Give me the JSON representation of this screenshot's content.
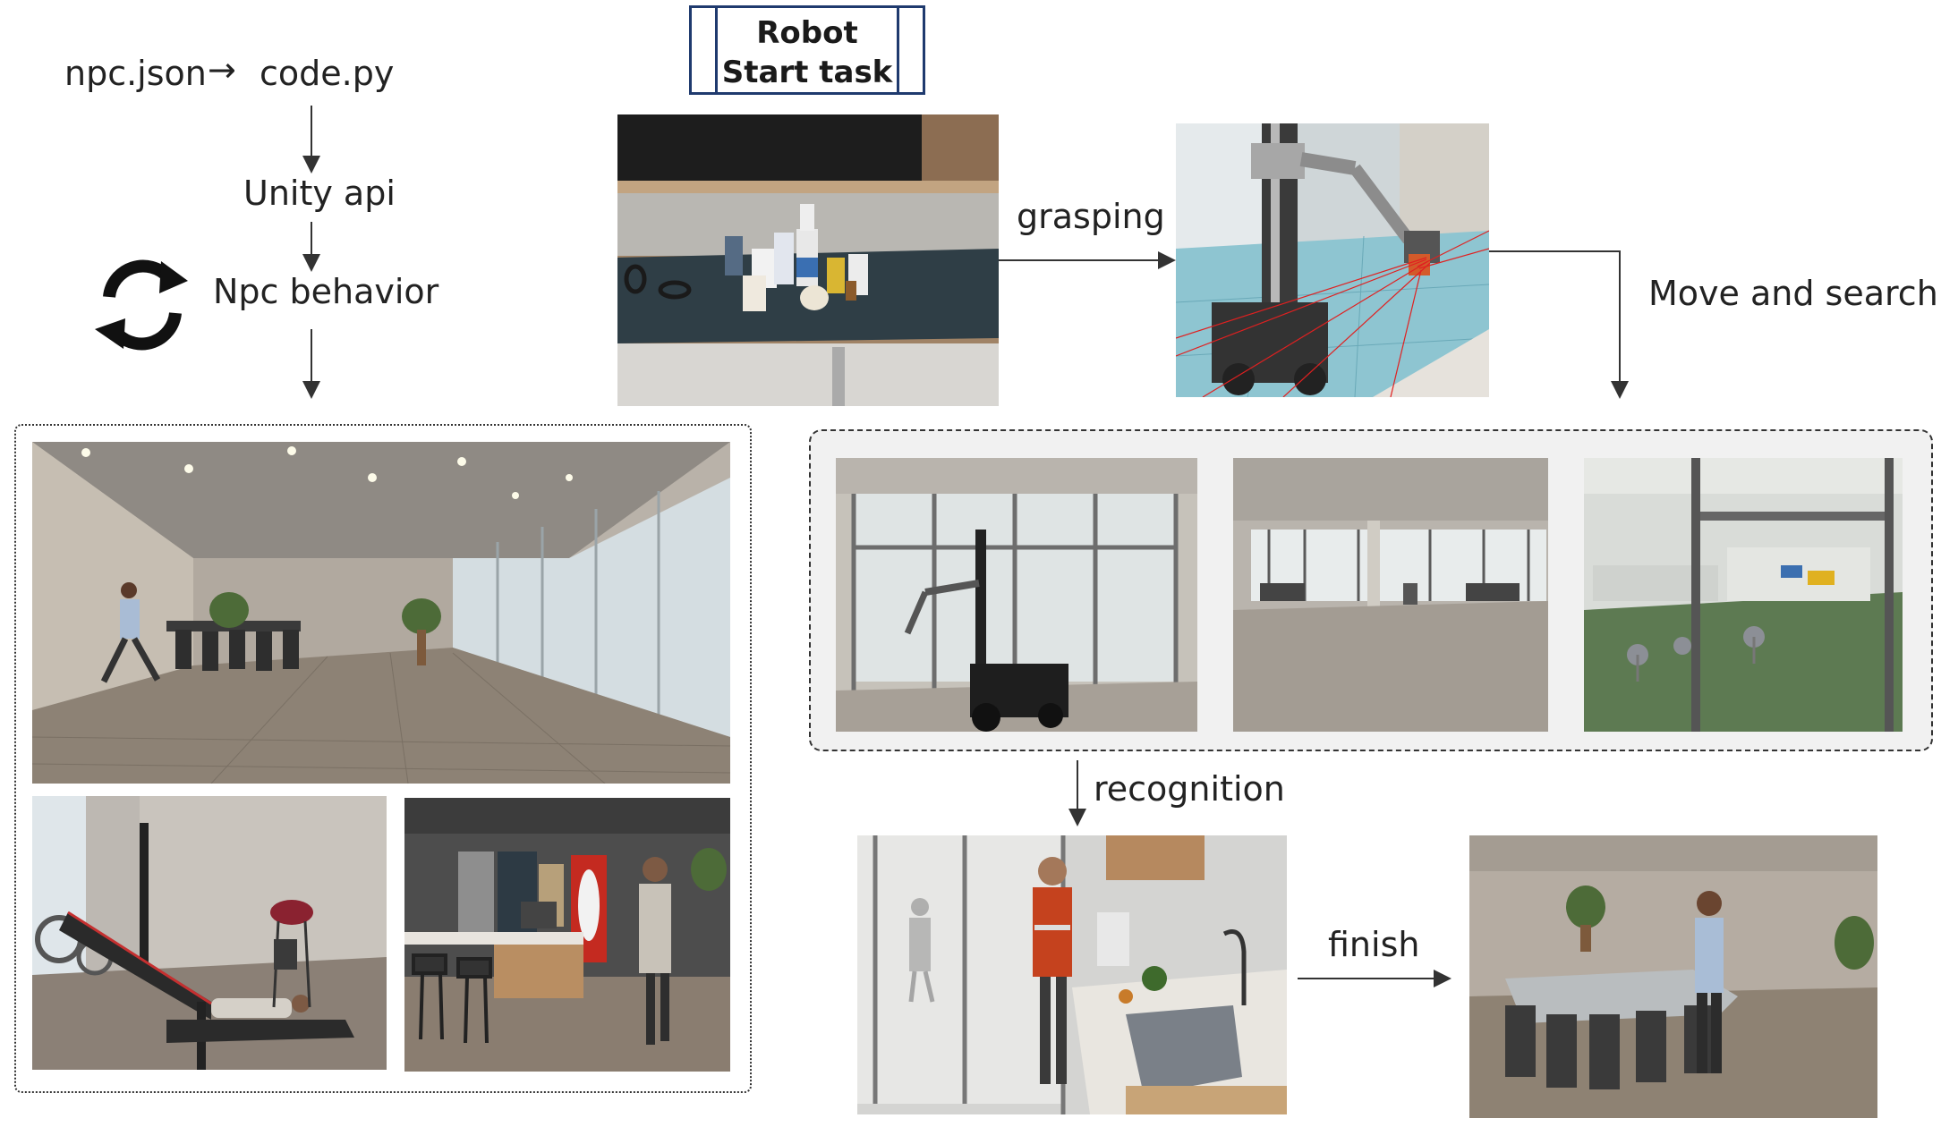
{
  "flow": {
    "source_file": "npc.json",
    "code_file": "code.py",
    "api_label": "Unity api",
    "behavior_label": "Npc behavior",
    "cycle_icon": "cycle-arrows-icon"
  },
  "robot_box": {
    "line1": "Robot",
    "line2": "Start task"
  },
  "steps": {
    "grasping": "grasping",
    "move_search": "Move and search",
    "recognition": "recognition",
    "finish": "finish"
  },
  "colors": {
    "box_border": "#1f3a6e",
    "arrow": "#333333",
    "panel_bg": "#f1f1f1",
    "laser": "#e02020"
  }
}
